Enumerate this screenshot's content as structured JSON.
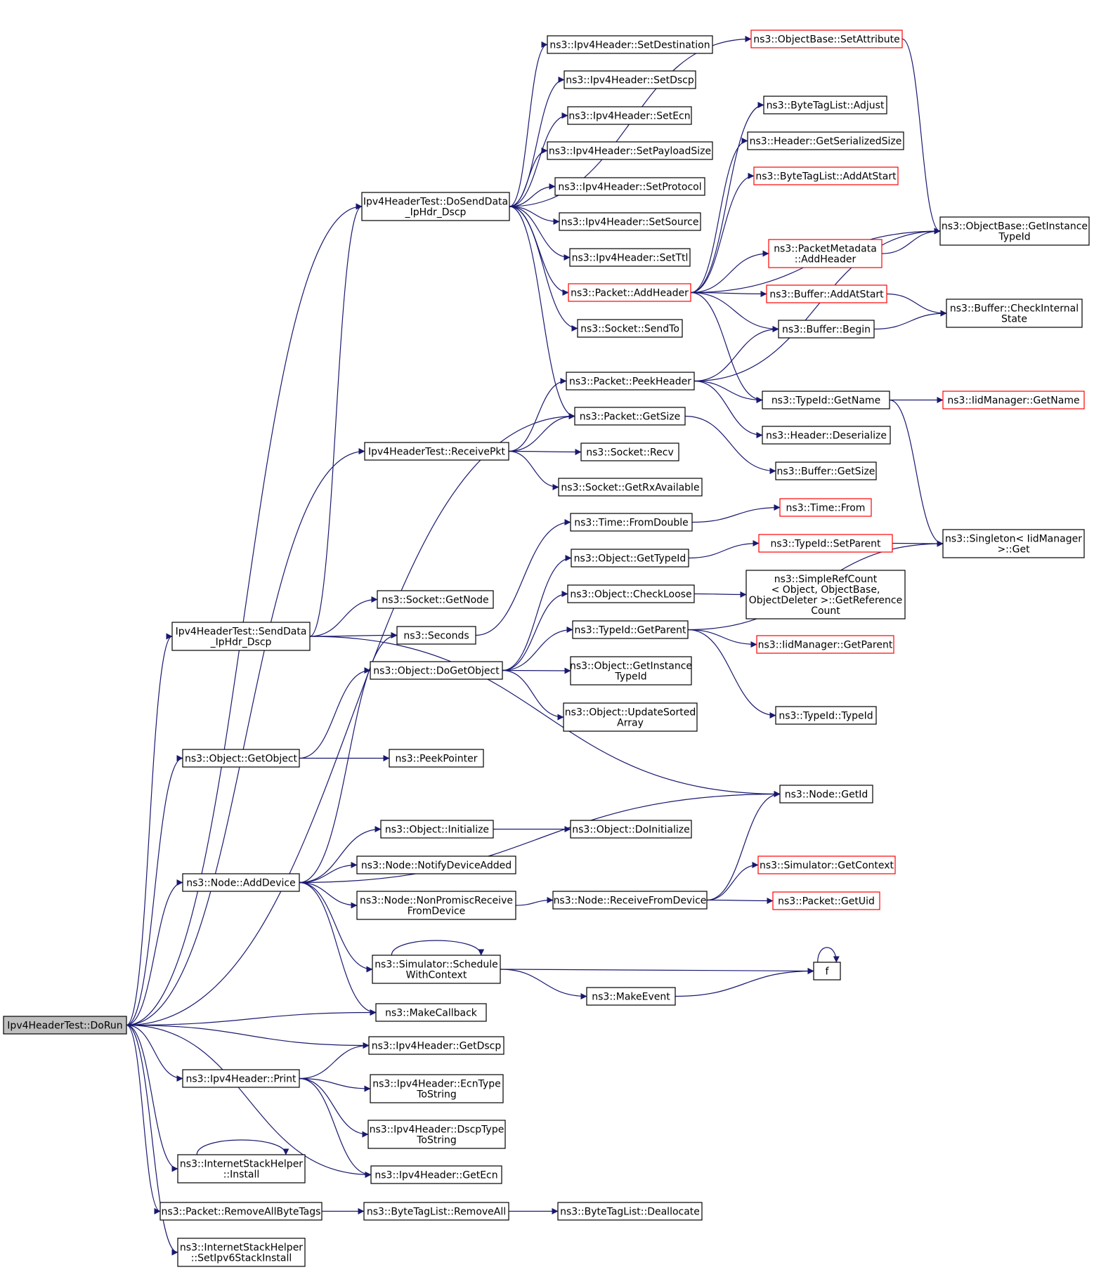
{
  "diagram": {
    "nodes": [
      {
        "id": "n0",
        "lines": [
          "Ipv4HeaderTest::DoRun"
        ],
        "style": "root"
      },
      {
        "id": "n1",
        "lines": [
          "Ipv4HeaderTest::DoSendData",
          "_IpHdr_Dscp"
        ]
      },
      {
        "id": "n2",
        "lines": [
          "ns3::ObjectBase::SetAttribute"
        ],
        "style": "red"
      },
      {
        "id": "n3",
        "lines": [
          "ns3::Ipv4Header::SetDestination"
        ]
      },
      {
        "id": "n4",
        "lines": [
          "ns3::Ipv4Header::SetDscp"
        ]
      },
      {
        "id": "n5",
        "lines": [
          "ns3::Ipv4Header::SetEcn"
        ]
      },
      {
        "id": "n6",
        "lines": [
          "ns3::Ipv4Header::SetPayloadSize"
        ]
      },
      {
        "id": "n7",
        "lines": [
          "ns3::Ipv4Header::SetProtocol"
        ]
      },
      {
        "id": "n8",
        "lines": [
          "ns3::Ipv4Header::SetSource"
        ]
      },
      {
        "id": "n9",
        "lines": [
          "ns3::Ipv4Header::SetTtl"
        ]
      },
      {
        "id": "n10",
        "lines": [
          "ns3::Packet::AddHeader"
        ],
        "style": "red"
      },
      {
        "id": "n11",
        "lines": [
          "ns3::Socket::SendTo"
        ]
      },
      {
        "id": "n12",
        "lines": [
          "ns3::Packet::PeekHeader"
        ]
      },
      {
        "id": "n13",
        "lines": [
          "ns3::Packet::GetSize"
        ]
      },
      {
        "id": "n14",
        "lines": [
          "Ipv4HeaderTest::ReceivePkt"
        ]
      },
      {
        "id": "n15",
        "lines": [
          "ns3::Socket::Recv"
        ]
      },
      {
        "id": "n16",
        "lines": [
          "ns3::Socket::GetRxAvailable"
        ]
      },
      {
        "id": "n17",
        "lines": [
          "ns3::ByteTagList::Adjust"
        ]
      },
      {
        "id": "n18",
        "lines": [
          "ns3::Header::GetSerializedSize"
        ]
      },
      {
        "id": "n19",
        "lines": [
          "ns3::ByteTagList::AddAtStart"
        ],
        "style": "red"
      },
      {
        "id": "n20",
        "lines": [
          "ns3::ObjectBase::GetInstance",
          "TypeId"
        ]
      },
      {
        "id": "n21",
        "lines": [
          "ns3::PacketMetadata",
          "::AddHeader"
        ],
        "style": "red"
      },
      {
        "id": "n22",
        "lines": [
          "ns3::Buffer::AddAtStart"
        ],
        "style": "red"
      },
      {
        "id": "n23",
        "lines": [
          "ns3::Buffer::CheckInternal",
          "State"
        ]
      },
      {
        "id": "n24",
        "lines": [
          "ns3::Buffer::Begin"
        ]
      },
      {
        "id": "n25",
        "lines": [
          "ns3::TypeId::GetName"
        ]
      },
      {
        "id": "n26",
        "lines": [
          "ns3::IidManager::GetName"
        ],
        "style": "red"
      },
      {
        "id": "n27",
        "lines": [
          "ns3::Header::Deserialize"
        ]
      },
      {
        "id": "n28",
        "lines": [
          "ns3::Buffer::GetSize"
        ]
      },
      {
        "id": "n29",
        "lines": [
          "ns3::Time::FromDouble"
        ]
      },
      {
        "id": "n30",
        "lines": [
          "ns3::Time::From"
        ],
        "style": "red"
      },
      {
        "id": "n31",
        "lines": [
          "ns3::Object::GetTypeId"
        ]
      },
      {
        "id": "n32",
        "lines": [
          "ns3::TypeId::SetParent"
        ],
        "style": "red"
      },
      {
        "id": "n33",
        "lines": [
          "ns3::Singleton< IidManager",
          ">::Get"
        ]
      },
      {
        "id": "n34",
        "lines": [
          "ns3::Object::CheckLoose"
        ]
      },
      {
        "id": "n35",
        "lines": [
          "ns3::SimpleRefCount",
          "< Object, ObjectBase,",
          "ObjectDeleter >::GetReference",
          "Count"
        ]
      },
      {
        "id": "n36",
        "lines": [
          "ns3::Socket::GetNode"
        ]
      },
      {
        "id": "n37",
        "lines": [
          "Ipv4HeaderTest::SendData",
          "_IpHdr_Dscp"
        ]
      },
      {
        "id": "n38",
        "lines": [
          "ns3::Seconds"
        ]
      },
      {
        "id": "n39",
        "lines": [
          "ns3::TypeId::GetParent"
        ]
      },
      {
        "id": "n40",
        "lines": [
          "ns3::IidManager::GetParent"
        ],
        "style": "red"
      },
      {
        "id": "n41",
        "lines": [
          "ns3::Object::DoGetObject"
        ]
      },
      {
        "id": "n42",
        "lines": [
          "ns3::Object::GetInstance",
          "TypeId"
        ]
      },
      {
        "id": "n43",
        "lines": [
          "ns3::Object::UpdateSorted",
          "Array"
        ]
      },
      {
        "id": "n44",
        "lines": [
          "ns3::TypeId::TypeId"
        ]
      },
      {
        "id": "n45",
        "lines": [
          "ns3::Object::GetObject"
        ]
      },
      {
        "id": "n46",
        "lines": [
          "ns3::PeekPointer"
        ]
      },
      {
        "id": "n47",
        "lines": [
          "ns3::Node::GetId"
        ]
      },
      {
        "id": "n48",
        "lines": [
          "ns3::Object::Initialize"
        ]
      },
      {
        "id": "n49",
        "lines": [
          "ns3::Object::DoInitialize"
        ]
      },
      {
        "id": "n50",
        "lines": [
          "ns3::Node::NotifyDeviceAdded"
        ]
      },
      {
        "id": "n51",
        "lines": [
          "ns3::Node::AddDevice"
        ]
      },
      {
        "id": "n52",
        "lines": [
          "ns3::Simulator::GetContext"
        ],
        "style": "red"
      },
      {
        "id": "n53",
        "lines": [
          "ns3::Node::NonPromiscReceive",
          "FromDevice"
        ]
      },
      {
        "id": "n54",
        "lines": [
          "ns3::Node::ReceiveFromDevice"
        ]
      },
      {
        "id": "n55",
        "lines": [
          "ns3::Packet::GetUid"
        ],
        "style": "red"
      },
      {
        "id": "n56",
        "lines": [
          "ns3::Simulator::Schedule",
          "WithContext"
        ]
      },
      {
        "id": "n57",
        "lines": [
          "f"
        ]
      },
      {
        "id": "n58",
        "lines": [
          "ns3::MakeEvent"
        ]
      },
      {
        "id": "n59",
        "lines": [
          "ns3::MakeCallback"
        ]
      },
      {
        "id": "n60",
        "lines": [
          "ns3::Ipv4Header::GetDscp"
        ]
      },
      {
        "id": "n61",
        "lines": [
          "ns3::Ipv4Header::Print"
        ]
      },
      {
        "id": "n62",
        "lines": [
          "ns3::Ipv4Header::EcnType",
          "ToString"
        ]
      },
      {
        "id": "n63",
        "lines": [
          "ns3::Ipv4Header::DscpType",
          "ToString"
        ]
      },
      {
        "id": "n64",
        "lines": [
          "ns3::InternetStackHelper",
          "::Install"
        ]
      },
      {
        "id": "n65",
        "lines": [
          "ns3::Ipv4Header::GetEcn"
        ]
      },
      {
        "id": "n66",
        "lines": [
          "ns3::Packet::RemoveAllByteTags"
        ]
      },
      {
        "id": "n67",
        "lines": [
          "ns3::ByteTagList::RemoveAll"
        ]
      },
      {
        "id": "n68",
        "lines": [
          "ns3::ByteTagList::Deallocate"
        ]
      },
      {
        "id": "n69",
        "lines": [
          "ns3::InternetStackHelper",
          "::SetIpv6StackInstall"
        ]
      }
    ],
    "edges": [
      [
        "n0",
        "n1"
      ],
      [
        "n0",
        "n13"
      ],
      [
        "n0",
        "n14"
      ],
      [
        "n0",
        "n37"
      ],
      [
        "n0",
        "n45"
      ],
      [
        "n0",
        "n51"
      ],
      [
        "n0",
        "n59"
      ],
      [
        "n0",
        "n60"
      ],
      [
        "n0",
        "n61"
      ],
      [
        "n0",
        "n64"
      ],
      [
        "n0",
        "n65"
      ],
      [
        "n0",
        "n66"
      ],
      [
        "n0",
        "n69"
      ],
      [
        "n1",
        "n2"
      ],
      [
        "n1",
        "n3"
      ],
      [
        "n1",
        "n4"
      ],
      [
        "n1",
        "n5"
      ],
      [
        "n1",
        "n6"
      ],
      [
        "n1",
        "n7"
      ],
      [
        "n1",
        "n8"
      ],
      [
        "n1",
        "n9"
      ],
      [
        "n1",
        "n10"
      ],
      [
        "n1",
        "n11"
      ],
      [
        "n1",
        "n13"
      ],
      [
        "n2",
        "n20"
      ],
      [
        "n10",
        "n17"
      ],
      [
        "n10",
        "n18"
      ],
      [
        "n10",
        "n19"
      ],
      [
        "n10",
        "n20"
      ],
      [
        "n10",
        "n21"
      ],
      [
        "n10",
        "n22"
      ],
      [
        "n10",
        "n24"
      ],
      [
        "n10",
        "n25"
      ],
      [
        "n21",
        "n20"
      ],
      [
        "n22",
        "n23"
      ],
      [
        "n24",
        "n23"
      ],
      [
        "n12",
        "n24"
      ],
      [
        "n12",
        "n20"
      ],
      [
        "n12",
        "n25"
      ],
      [
        "n12",
        "n27"
      ],
      [
        "n13",
        "n28"
      ],
      [
        "n14",
        "n12"
      ],
      [
        "n14",
        "n13"
      ],
      [
        "n14",
        "n15"
      ],
      [
        "n14",
        "n16"
      ],
      [
        "n25",
        "n26"
      ],
      [
        "n25",
        "n33"
      ],
      [
        "n29",
        "n30"
      ],
      [
        "n31",
        "n32"
      ],
      [
        "n32",
        "n33"
      ],
      [
        "n34",
        "n35"
      ],
      [
        "n37",
        "n1"
      ],
      [
        "n37",
        "n36"
      ],
      [
        "n37",
        "n38"
      ],
      [
        "n37",
        "n47"
      ],
      [
        "n38",
        "n29"
      ],
      [
        "n39",
        "n40"
      ],
      [
        "n39",
        "n33"
      ],
      [
        "n39",
        "n44"
      ],
      [
        "n41",
        "n31"
      ],
      [
        "n41",
        "n34"
      ],
      [
        "n41",
        "n39"
      ],
      [
        "n41",
        "n42"
      ],
      [
        "n41",
        "n43"
      ],
      [
        "n45",
        "n41"
      ],
      [
        "n45",
        "n46"
      ],
      [
        "n48",
        "n49"
      ],
      [
        "n51",
        "n38"
      ],
      [
        "n51",
        "n47"
      ],
      [
        "n51",
        "n48"
      ],
      [
        "n51",
        "n50"
      ],
      [
        "n51",
        "n53"
      ],
      [
        "n51",
        "n56"
      ],
      [
        "n51",
        "n59"
      ],
      [
        "n53",
        "n54"
      ],
      [
        "n54",
        "n47"
      ],
      [
        "n54",
        "n52"
      ],
      [
        "n54",
        "n55"
      ],
      [
        "n56",
        "n56"
      ],
      [
        "n56",
        "n57"
      ],
      [
        "n56",
        "n58"
      ],
      [
        "n57",
        "n57"
      ],
      [
        "n58",
        "n57"
      ],
      [
        "n61",
        "n60"
      ],
      [
        "n61",
        "n62"
      ],
      [
        "n61",
        "n63"
      ],
      [
        "n61",
        "n65"
      ],
      [
        "n64",
        "n64"
      ],
      [
        "n66",
        "n67"
      ],
      [
        "n67",
        "n68"
      ]
    ]
  }
}
